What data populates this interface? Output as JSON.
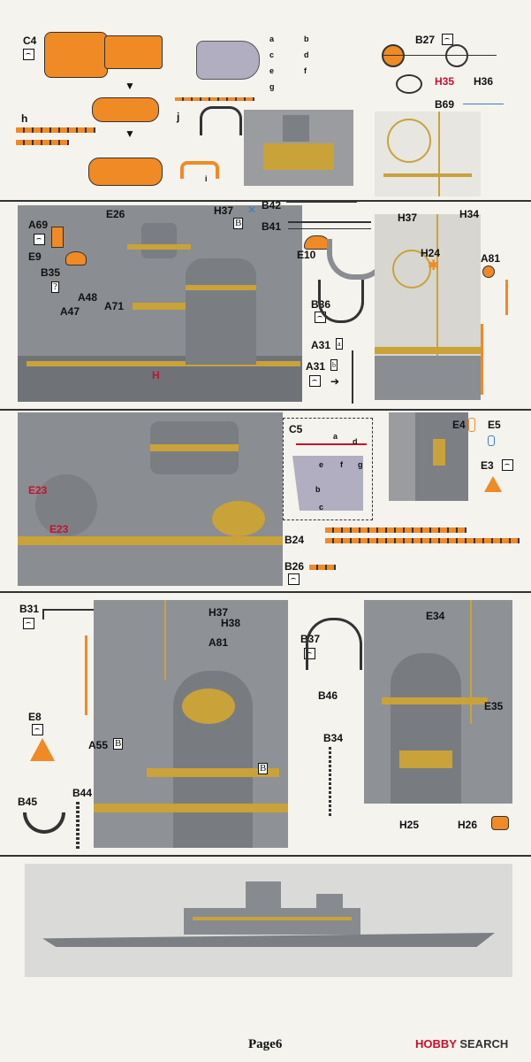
{
  "page": {
    "number_label": "Page6",
    "watermark_a": "HOBBY",
    "watermark_b": "SEARCH"
  },
  "colors": {
    "photo_gray": "#8c8f94",
    "etch_orange": "#f08a24",
    "brass": "#c9a23a",
    "callout_red": "#c8102e"
  },
  "section1": {
    "labels": {
      "c4": "C4",
      "b27": "B27",
      "h35": "H35",
      "h36": "H36",
      "b69": "B69",
      "h": "h",
      "j": "j",
      "i": "i",
      "a": "a",
      "b": "b",
      "c": "c",
      "d": "d",
      "e": "e",
      "f": "f",
      "g": "g"
    }
  },
  "section2": {
    "labels": {
      "e26": "E26",
      "h37": "H37",
      "b42": "B42",
      "b41": "B41",
      "a69": "A69",
      "e9": "E9",
      "b35": "B35",
      "a48": "A48",
      "a47": "A47",
      "a71": "A71",
      "e10": "E10",
      "b36": "B36",
      "a31a": "A31",
      "a31b": "A31",
      "h37b": "H37",
      "h34": "H34",
      "h24": "H24",
      "a81": "A81",
      "h_red": "H",
      "qm": "?",
      "a_small": "a",
      "b_small": "b"
    }
  },
  "section3": {
    "labels": {
      "c5": "C5",
      "e23a": "E23",
      "e23b": "E23",
      "e4": "E4",
      "e5": "E5",
      "e3": "E3",
      "b24": "B24",
      "b26": "B26",
      "a": "a",
      "b": "b",
      "c": "c",
      "d": "d",
      "e": "e",
      "f": "f",
      "g": "g"
    }
  },
  "section4": {
    "labels": {
      "b31": "B31",
      "h37": "H37",
      "h38": "H38",
      "a81": "A81",
      "e8": "E8",
      "a55": "A55",
      "b45": "B45",
      "b44": "B44",
      "b37": "B37",
      "e34": "E34",
      "b46": "B46",
      "e35": "E35",
      "b34": "B34",
      "h25": "H25",
      "h26": "H26",
      "b_box": "B",
      "b_box2": "B"
    }
  }
}
